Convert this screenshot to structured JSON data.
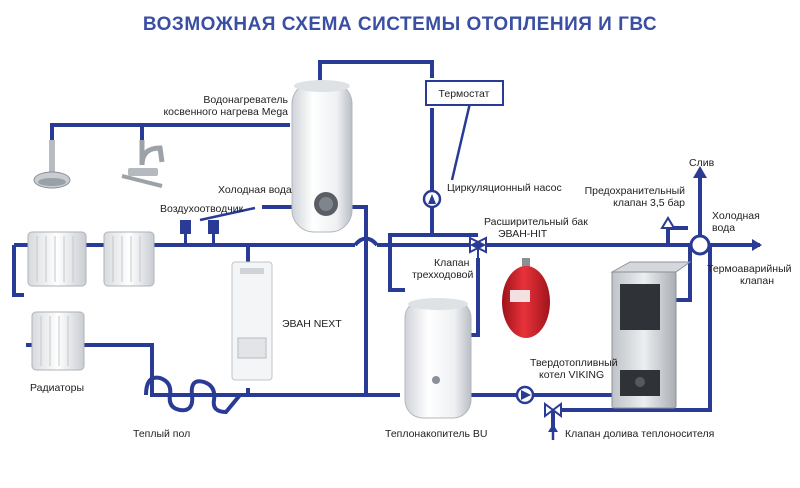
{
  "title": "ВОЗМОЖНАЯ СХЕМА СИСТЕМЫ ОТОПЛЕНИЯ И ГВС",
  "labels": {
    "water_heater_1": "Водонагреватель",
    "water_heater_2": "косвенного нагрева Mega",
    "thermostat": "Термостат",
    "cold_water": "Холодная вода",
    "air_vent": "Воздухоотводчик",
    "circ_pump": "Циркуляционный насос",
    "drain": "Слив",
    "safety_valve_1": "Предохранительный",
    "safety_valve_2": "клапан 3,5 бар",
    "cold_water_2a": "Холодная",
    "cold_water_2b": "вода",
    "expansion_tank_1": "Расширительный бак",
    "expansion_tank_2": "ЭВАН-HIT",
    "three_way_1": "Клапан",
    "three_way_2": "трехходовой",
    "thermo_valve_1": "Термоаварийный",
    "thermo_valve_2": "клапан",
    "evan_next": "ЭВАН NEXT",
    "radiators": "Радиаторы",
    "solid_fuel_1": "Твердотопливный",
    "solid_fuel_2": "котел VIKING",
    "floor_heating": "Теплый пол",
    "heat_storage": "Теплонакопитель BU",
    "refill_valve": "Клапан долива теплоносителя"
  },
  "colors": {
    "pipe": "#2a3b96",
    "title": "#3a4fa3",
    "tank": "#d8202a"
  }
}
